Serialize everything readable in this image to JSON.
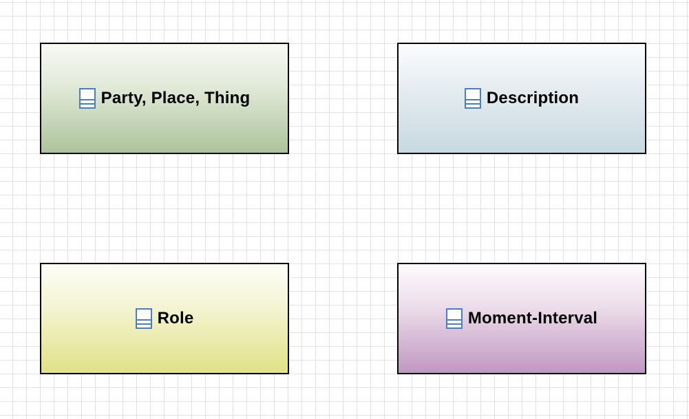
{
  "diagram": {
    "nodes": [
      {
        "id": "party-place-thing",
        "label": "Party, Place, Thing",
        "icon": "uml-class-icon",
        "color": "#acc49a"
      },
      {
        "id": "description",
        "label": "Description",
        "icon": "uml-class-icon",
        "color": "#c7d9e1"
      },
      {
        "id": "role",
        "label": "Role",
        "icon": "uml-class-icon",
        "color": "#e1e187"
      },
      {
        "id": "moment-interval",
        "label": "Moment-Interval",
        "icon": "uml-class-icon",
        "color": "#bf98c1"
      }
    ],
    "icon_color": "#4a7fbf",
    "grid": true
  }
}
